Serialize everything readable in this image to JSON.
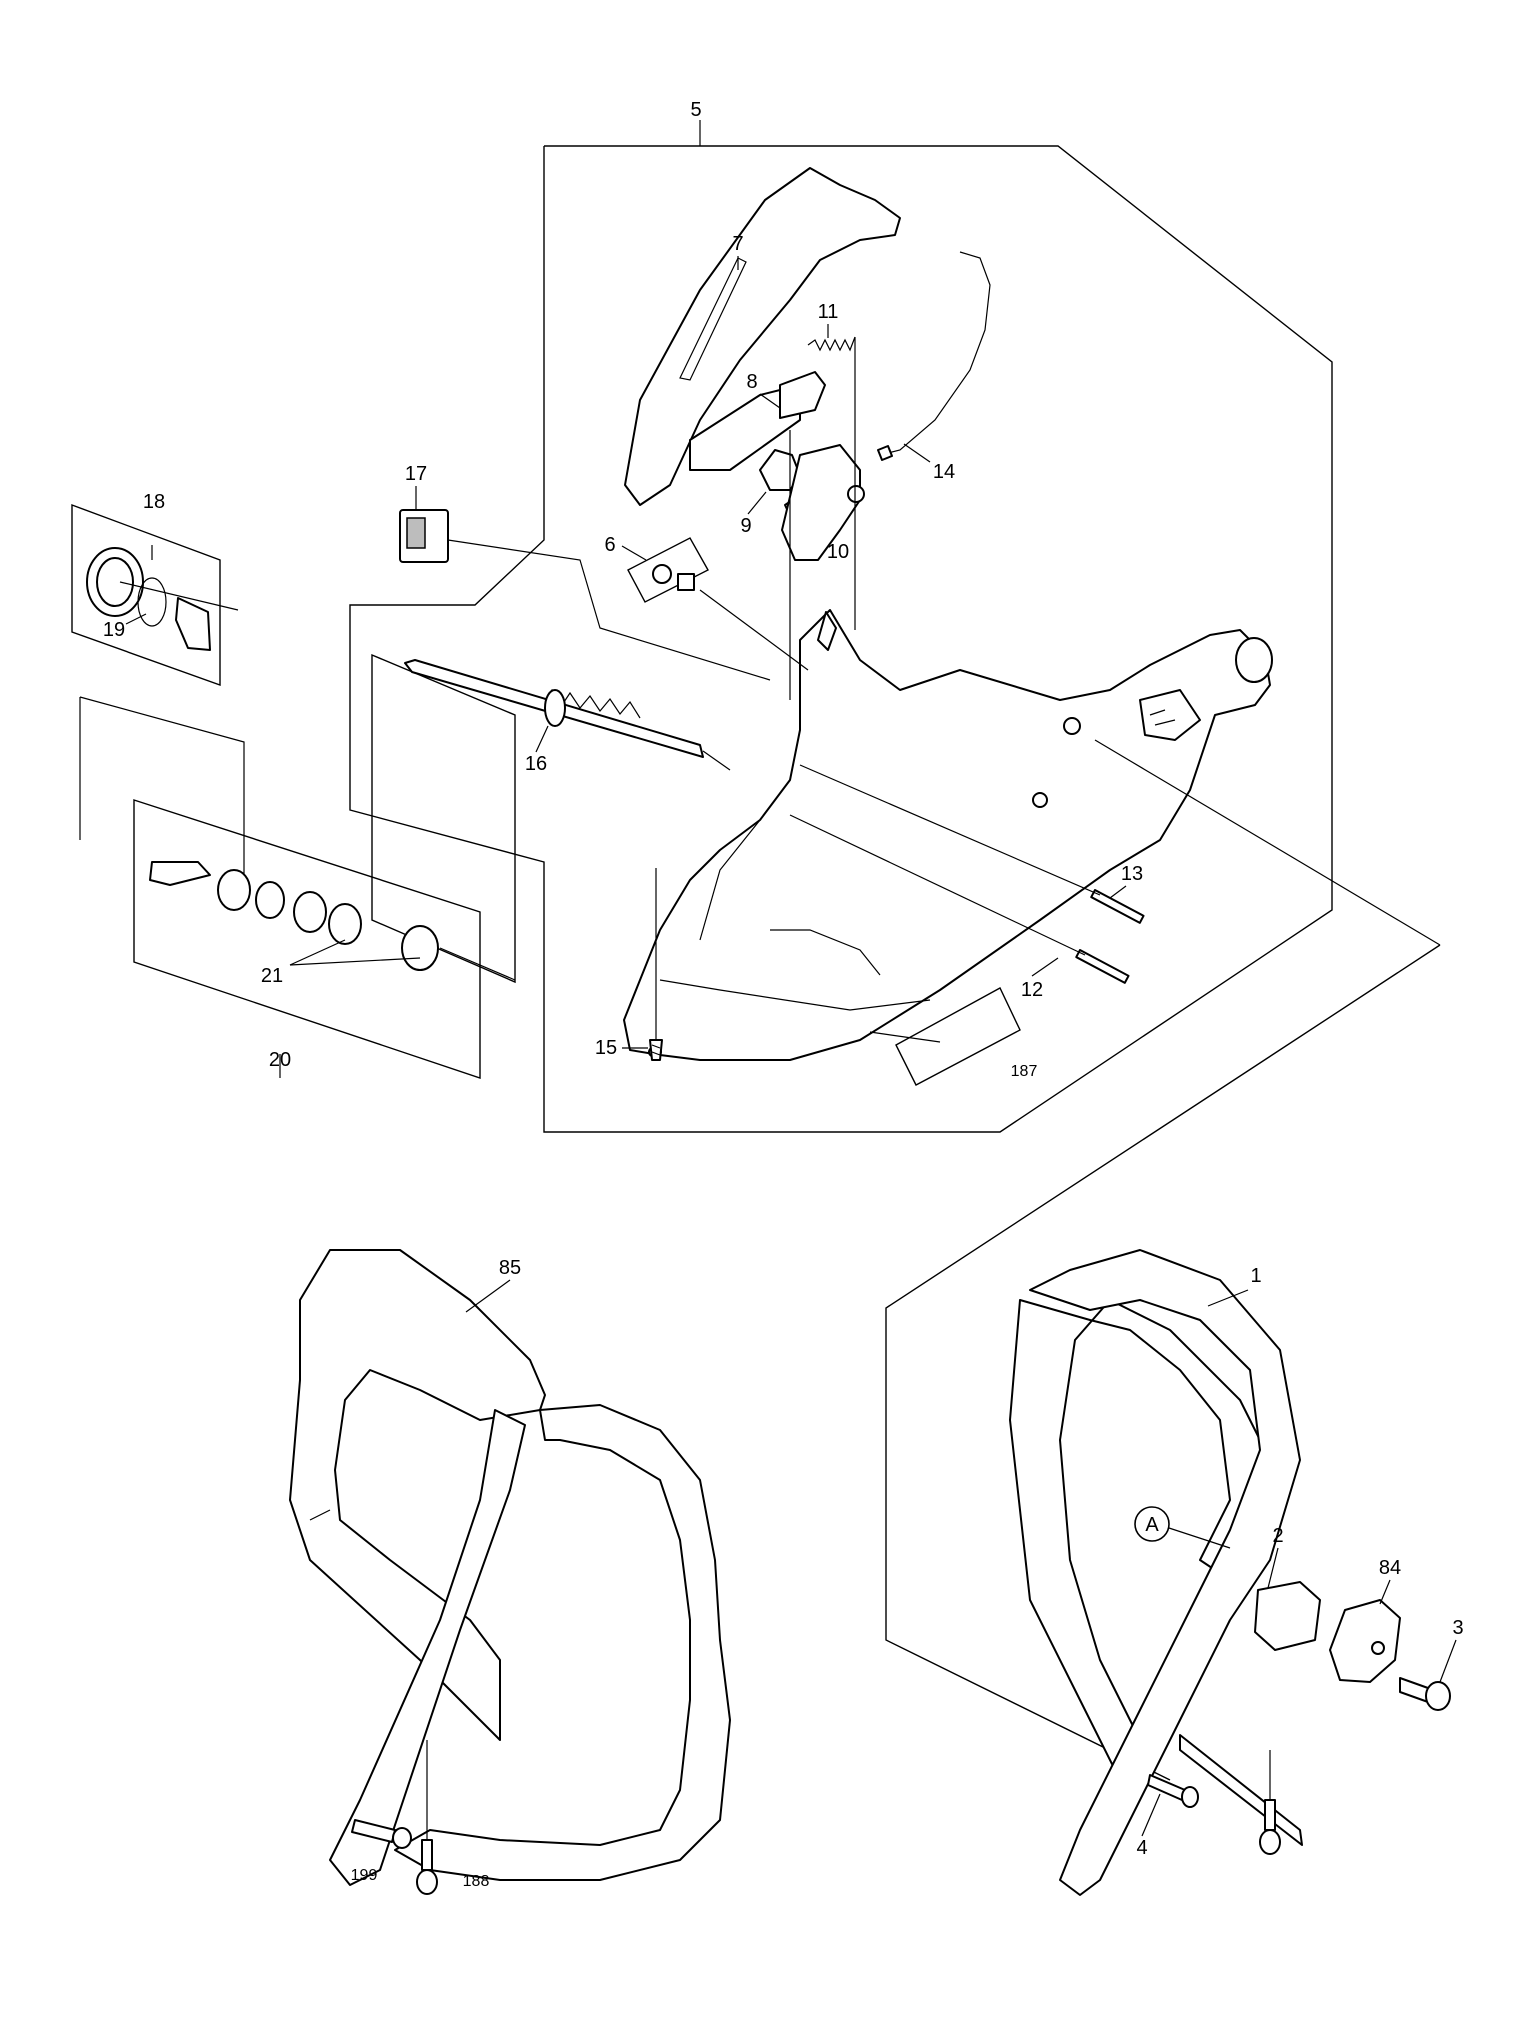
{
  "callouts": {
    "c1": "1",
    "c2": "2",
    "c3": "3",
    "c4": "4",
    "c5": "5",
    "c6": "6",
    "c7": "7",
    "c8": "8",
    "c9": "9",
    "c10": "10",
    "c11": "11",
    "c12": "12",
    "c13": "13",
    "c14": "14",
    "c15": "15",
    "c16": "16",
    "c17": "17",
    "c18": "18",
    "c19": "19",
    "c20": "20",
    "c21": "21",
    "c84": "84",
    "c85": "85",
    "c187": "187",
    "c188": "188",
    "c199": "199"
  },
  "marker_a": "A"
}
